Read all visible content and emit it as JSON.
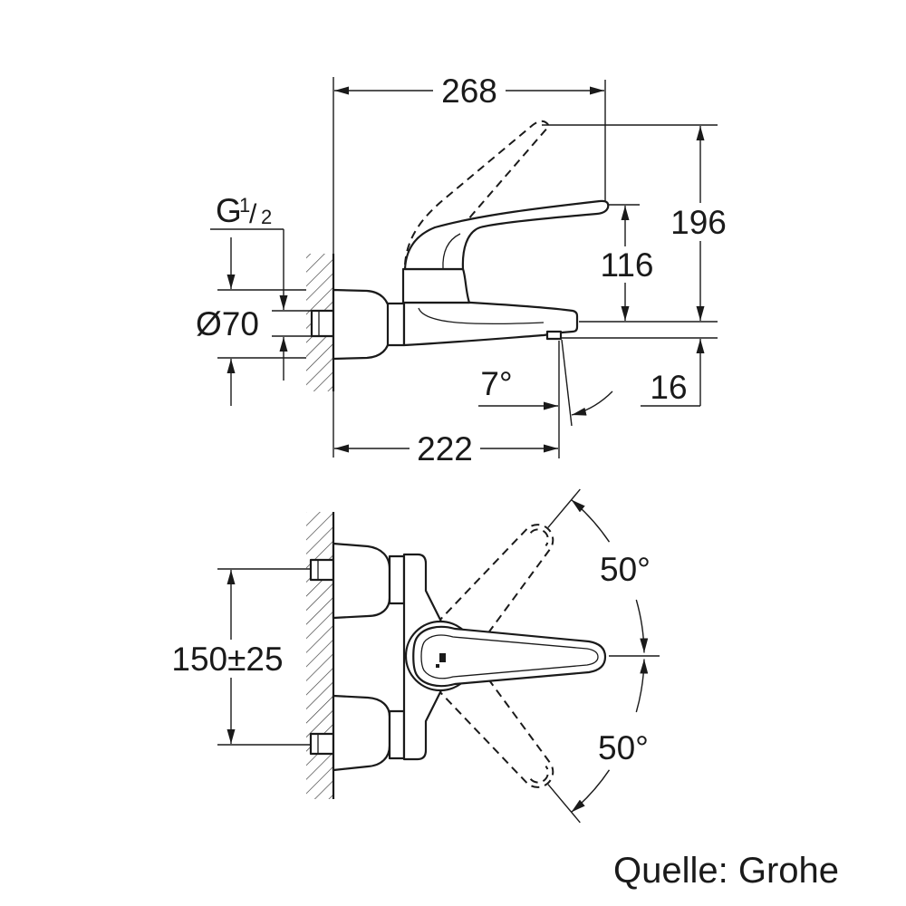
{
  "side_view": {
    "dim_overall_length": "268",
    "dim_overall_height": "196",
    "dim_lever_height": "116",
    "dim_outlet_height": "16",
    "dim_outlet_angle": "7°",
    "dim_spout_projection": "222",
    "dim_escutcheon_diameter": "Ø70",
    "thread_label": {
      "letter": "G",
      "numerator": "1",
      "slash": "/",
      "denominator": "2"
    }
  },
  "plan_view": {
    "dim_inlet_spacing": "150±25",
    "dim_swing_up": "50°",
    "dim_swing_down": "50°"
  },
  "source_credit": "Quelle: Grohe",
  "colors": {
    "ink": "#1a1a1a",
    "background": "#ffffff"
  }
}
